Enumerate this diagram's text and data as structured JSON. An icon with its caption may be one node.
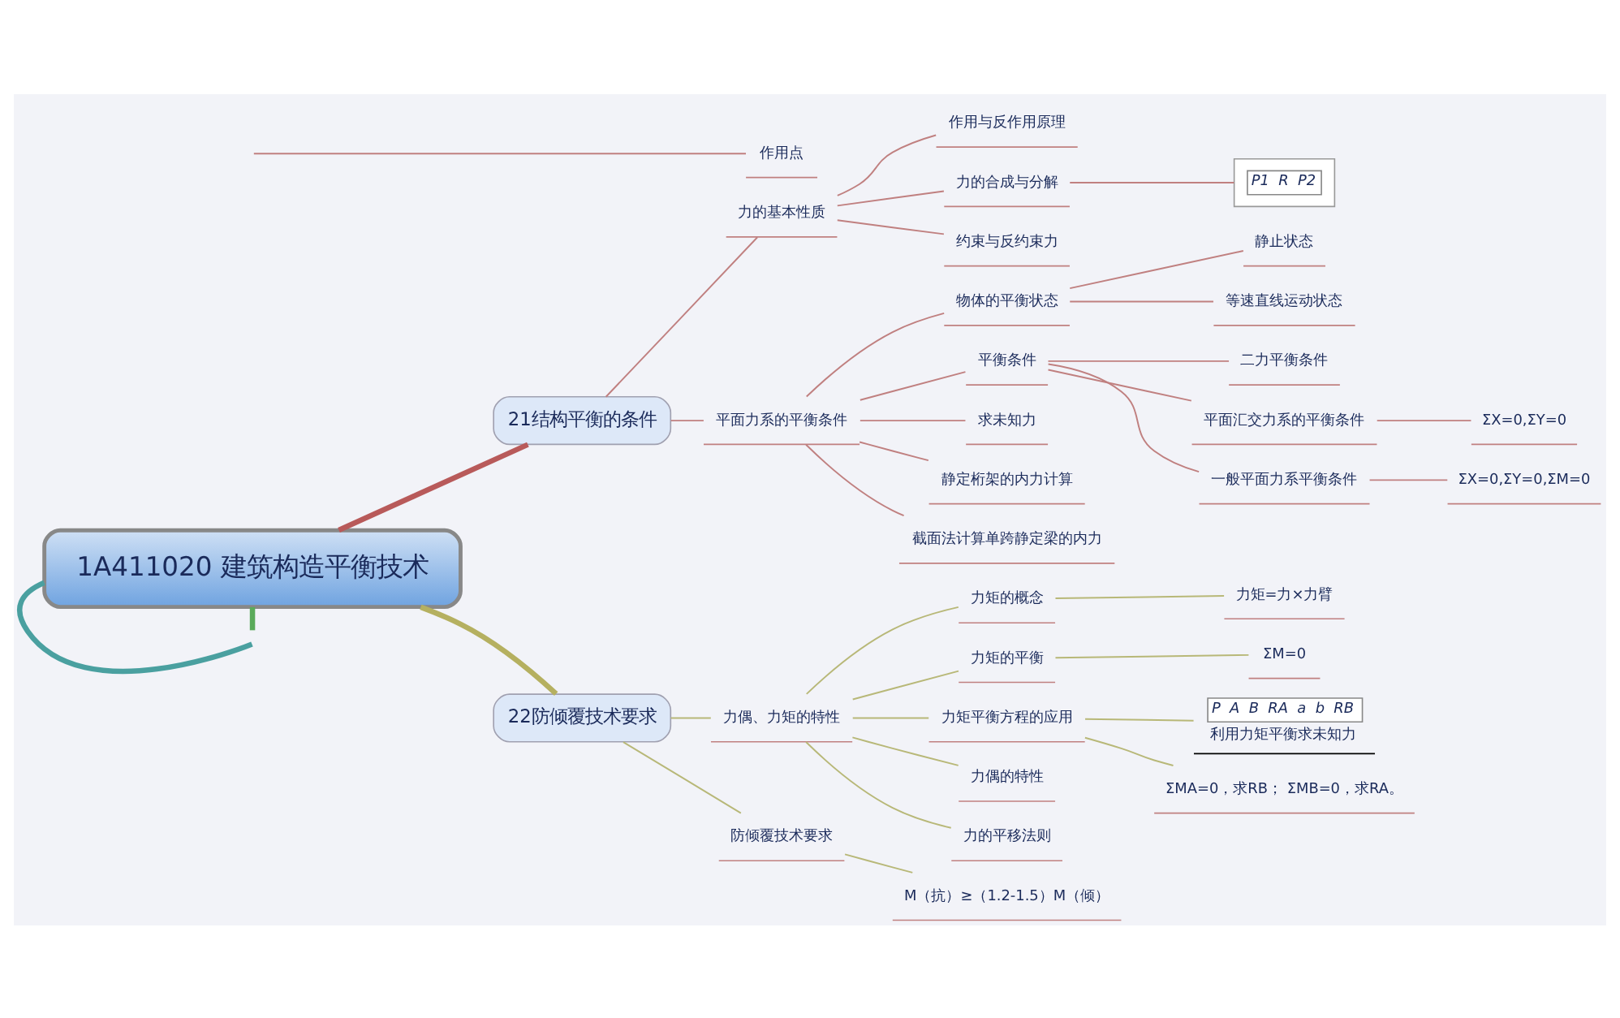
{
  "diagram": {
    "nodes": [
      {
        "text": [
          "1A411020 建筑构造平衡技术"
        ]
      },
      {
        "text": [
          "21结构平衡的条件"
        ]
      },
      {
        "text": [
          "力的基本性质"
        ]
      },
      {
        "text": [
          "作用点"
        ]
      },
      {
        "text": [
          "作用与反作用原理"
        ]
      },
      {
        "text": [
          "力的合成与分解"
        ]
      },
      {
        "text": [],
        "shape": "picture"
      },
      {
        "text": [
          "约束与反约束力"
        ]
      },
      {
        "text": [
          "平面力系的平衡条件"
        ]
      },
      {
        "text": [
          "物体的平衡状态"
        ]
      },
      {
        "text": [
          "静止状态"
        ]
      },
      {
        "text": [
          "等速直线运动状态"
        ]
      },
      {
        "text": [
          "平衡条件"
        ]
      },
      {
        "text": [
          "二力平衡条件"
        ]
      },
      {
        "text": [
          "平面汇交力系的平衡条件"
        ]
      },
      {
        "text": [
          "ΣX=0,ΣY=0"
        ]
      },
      {
        "text": [
          "一般平面力系平衡条件"
        ]
      },
      {
        "text": [
          "ΣX=0,ΣY=0,ΣM=0"
        ]
      },
      {
        "text": [
          "求未知力"
        ]
      },
      {
        "text": [
          "静定桁架的内力计算"
        ]
      },
      {
        "text": [
          "截面法计算单跨静定梁的内力"
        ]
      },
      {
        "text": [
          "22防倾覆技术要求"
        ]
      },
      {
        "text": [
          "力偶、力矩的特性"
        ]
      },
      {
        "text": [
          "力矩的概念"
        ]
      },
      {
        "text": [
          "力矩=力×力臂"
        ]
      },
      {
        "text": [
          "力矩的平衡"
        ]
      },
      {
        "text": [
          "ΣM=0"
        ]
      },
      {
        "text": [
          "力矩平衡方程的应用"
        ]
      },
      {
        "text": [
          "利用力矩平衡求未知力"
        ]
      },
      {
        "text": [
          "ΣMA=0，求RB； ΣMB=0，求RA。"
        ]
      },
      {
        "text": [
          "力偶的特性"
        ]
      },
      {
        "text": [
          "力的平移法则"
        ]
      },
      {
        "text": [
          "防倾覆技术要求"
        ]
      },
      {
        "text": [
          "M（抗）≥（1.2-1.5）M（倾）"
        ]
      }
    ],
    "edges": [
      {
        "from": 0,
        "to": 1,
        "arrow": "none",
        "style": "thick",
        "color": "#b85a5a"
      },
      {
        "from": 1,
        "to": 2,
        "arrow": "none"
      },
      {
        "from": null,
        "to": 3,
        "arrow": "none"
      },
      {
        "from": 2,
        "to": 4,
        "arrow": "none"
      },
      {
        "from": 2,
        "to": 5,
        "arrow": "none"
      },
      {
        "from": 5,
        "to": 6,
        "arrow": "none"
      },
      {
        "from": 2,
        "to": 7,
        "arrow": "none"
      },
      {
        "from": 1,
        "to": 8,
        "arrow": "none"
      },
      {
        "from": 8,
        "to": 9,
        "arrow": "none"
      },
      {
        "from": 9,
        "to": 10,
        "arrow": "none"
      },
      {
        "from": 9,
        "to": 11,
        "arrow": "none"
      },
      {
        "from": 8,
        "to": 12,
        "arrow": "none"
      },
      {
        "from": 12,
        "to": 13,
        "arrow": "none"
      },
      {
        "from": 12,
        "to": 14,
        "arrow": "none"
      },
      {
        "from": 14,
        "to": 15,
        "arrow": "none"
      },
      {
        "from": 12,
        "to": 16,
        "arrow": "none"
      },
      {
        "from": 16,
        "to": 17,
        "arrow": "none"
      },
      {
        "from": 8,
        "to": 18,
        "arrow": "none"
      },
      {
        "from": 8,
        "to": 19,
        "arrow": "none"
      },
      {
        "from": 8,
        "to": 20,
        "arrow": "none"
      },
      {
        "from": 0,
        "to": 21,
        "arrow": "none",
        "style": "thick",
        "color": "#b5b060"
      },
      {
        "from": 21,
        "to": 22,
        "arrow": "none",
        "color": "#b8b878"
      },
      {
        "from": 22,
        "to": 23,
        "arrow": "none",
        "color": "#b8b878"
      },
      {
        "from": 23,
        "to": 24,
        "arrow": "none",
        "color": "#b8b878"
      },
      {
        "from": 22,
        "to": 25,
        "arrow": "none",
        "color": "#b8b878"
      },
      {
        "from": 25,
        "to": 26,
        "arrow": "none",
        "color": "#b8b878"
      },
      {
        "from": 22,
        "to": 27,
        "arrow": "none",
        "color": "#b8b878"
      },
      {
        "from": 27,
        "to": 28,
        "arrow": "none",
        "color": "#b8b878"
      },
      {
        "from": 27,
        "to": 29,
        "arrow": "none",
        "color": "#b8b878"
      },
      {
        "from": 22,
        "to": 30,
        "arrow": "none",
        "color": "#b8b878"
      },
      {
        "from": 22,
        "to": 31,
        "arrow": "none",
        "color": "#b8b878"
      },
      {
        "from": 21,
        "to": 32,
        "arrow": "none",
        "color": "#b8b878"
      },
      {
        "from": 32,
        "to": 33,
        "arrow": "none",
        "color": "#b8b878"
      },
      {
        "from": 0,
        "to": null,
        "arrow": "none",
        "style": "thick",
        "color": "#4aa0a0"
      },
      {
        "from": 0,
        "to": null,
        "arrow": "none",
        "style": "thick",
        "color": "#5aaa5a"
      }
    ],
    "labels": [
      "P1",
      "R",
      "P2",
      "P",
      "A",
      "B",
      "RA",
      "a",
      "b",
      "RB"
    ]
  }
}
